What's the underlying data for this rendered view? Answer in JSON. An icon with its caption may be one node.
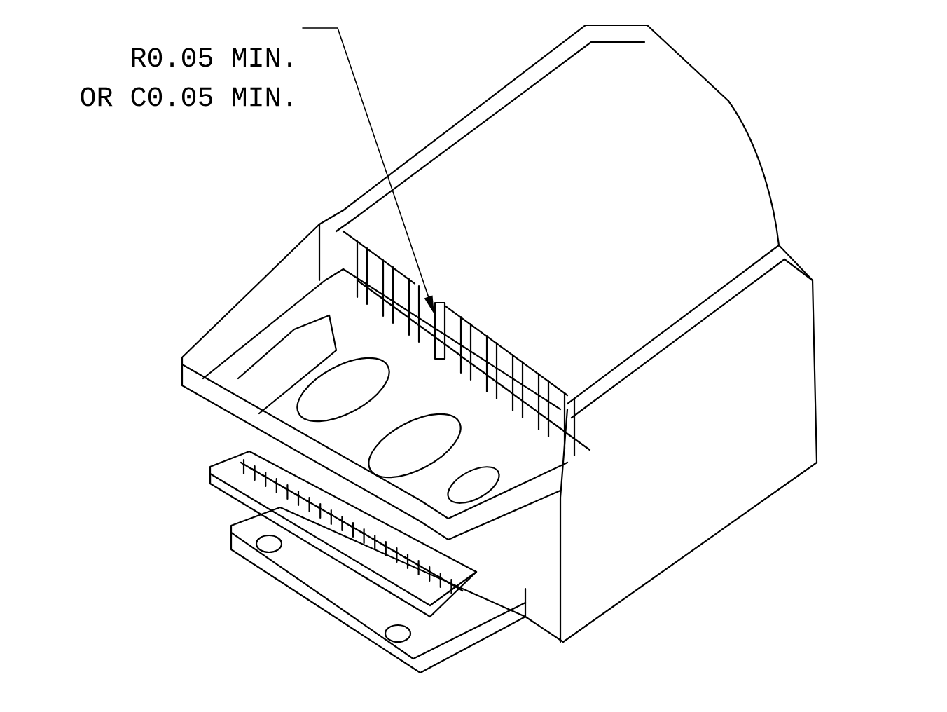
{
  "diagram": {
    "nodes": [
      {
        "text": [
          "R0.05 MIN. OR C0.05 MIN."
        ]
      },
      {
        "text": [],
        "shape": "box"
      }
    ],
    "edges": [
      {
        "from": 0,
        "to": 1,
        "arrow": "to"
      }
    ]
  }
}
